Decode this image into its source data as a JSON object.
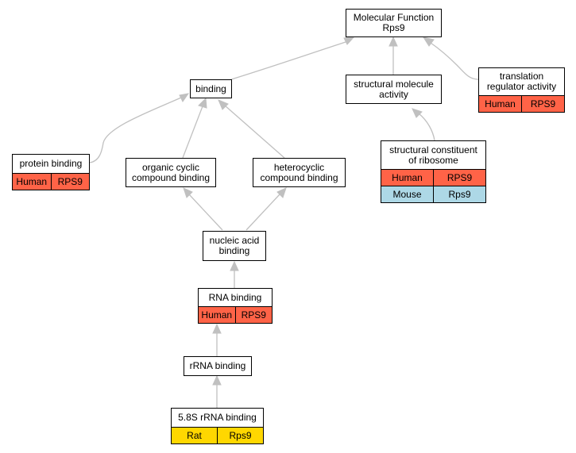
{
  "nodes": {
    "mf": {
      "label": "Molecular Function\nRps9"
    },
    "binding": {
      "label": "binding"
    },
    "sma": {
      "label": "structural molecule\nactivity"
    },
    "tra": {
      "label": "translation\nregulator activity",
      "orthologs": [
        [
          "Human",
          "RPS9"
        ]
      ]
    },
    "pb": {
      "label": "protein binding",
      "orthologs": [
        [
          "Human",
          "RPS9"
        ]
      ]
    },
    "occb": {
      "label": "organic cyclic\ncompound binding"
    },
    "hcb": {
      "label": "heterocyclic\ncompound binding"
    },
    "scr": {
      "label": "structural constituent\nof ribosome",
      "orthologs": [
        [
          "Human",
          "RPS9"
        ],
        [
          "Mouse",
          "Rps9"
        ]
      ]
    },
    "nab": {
      "label": "nucleic acid\nbinding"
    },
    "rnab": {
      "label": "RNA binding",
      "orthologs": [
        [
          "Human",
          "RPS9"
        ]
      ]
    },
    "rrnab": {
      "label": "rRNA binding"
    },
    "r58": {
      "label": "5.8S rRNA binding",
      "orthologs": [
        [
          "Rat",
          "Rps9"
        ]
      ]
    }
  },
  "colors": {
    "Human": "#ff6347",
    "Mouse": "#add8e6",
    "Rat": "#ffd700",
    "edge": "#c0c0c0"
  }
}
